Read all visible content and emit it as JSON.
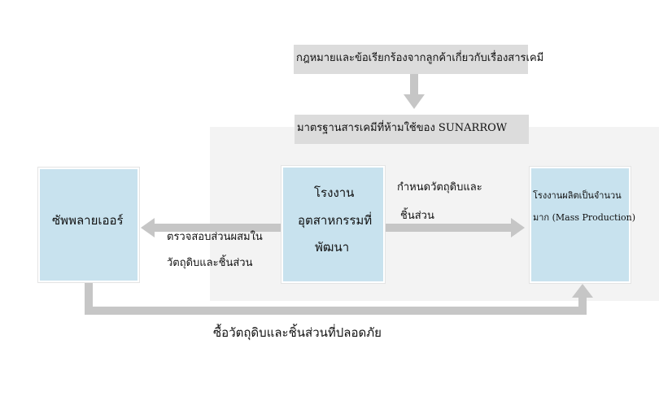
{
  "nodes": {
    "law": "กฎหมายและข้อเรียกร้องจากลูกค้าเกี่ยวกับเรื่องสารเคมี",
    "standard": "มาตรฐานสารเคมีที่ห้ามใช้ของ SUNARROW",
    "supplier": "ซัพพลายเออร์",
    "factory": [
      "โรงงาน",
      "อุตสาหกรรมที่",
      "พัฒนา"
    ],
    "mass_production": [
      "โรงงานผลิตเป็นจำนวน",
      "มาก (Mass Production)"
    ]
  },
  "edges": {
    "factory_to_mass": [
      "กำหนดวัตถุดิบและ",
      "ชิ้นส่วน"
    ],
    "factory_to_supplier": [
      "ตรวจสอบส่วนผสมใน",
      "วัตถุดิบและชิ้นส่วน"
    ],
    "supplier_to_mass": "ซื้อวัตถุดิบและชิ้นส่วนที่ปลอดภัย"
  },
  "colors": {
    "box_gray": "#dcdcdc",
    "box_blue": "#c8e2ee",
    "panel": "#f3f3f3",
    "arrow": "#c6c6c6"
  }
}
